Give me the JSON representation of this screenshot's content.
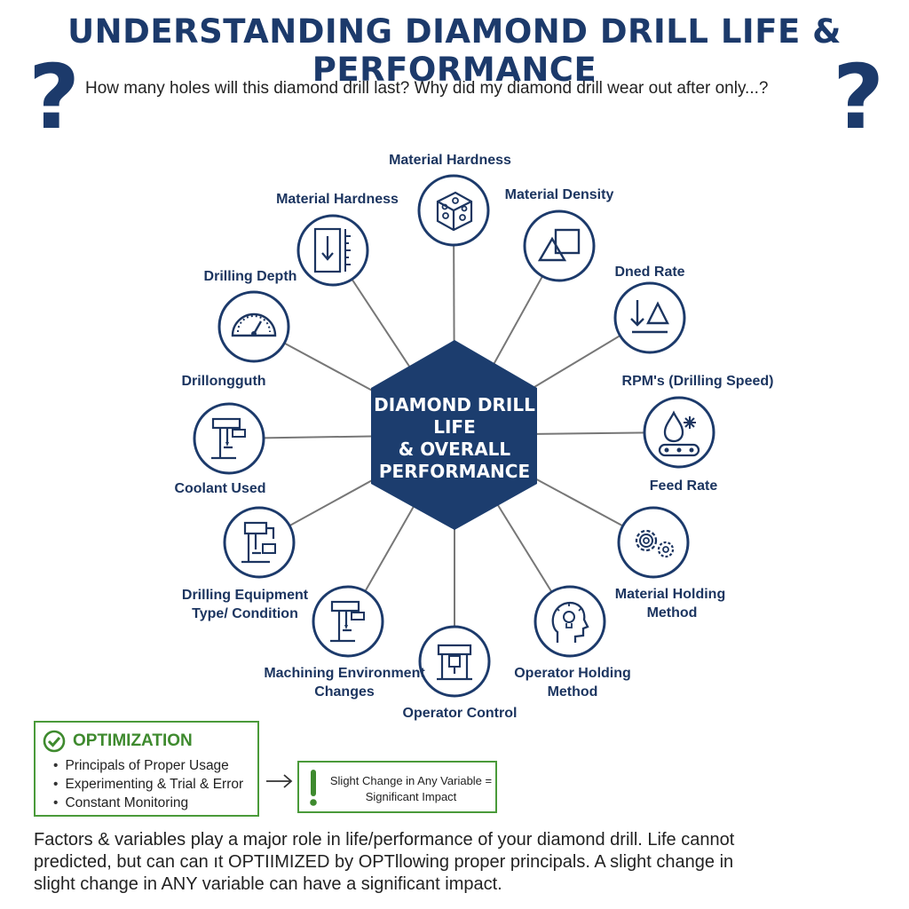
{
  "header": {
    "title": "UNDERSTANDING DIAMOND DRILL LIFE & PERFORMANCE",
    "subtitle": "How many holes will this diamond drill last? Why did my diamond drill wear out after only...?",
    "qmark": "?"
  },
  "center": {
    "lines": [
      "DIAMOND DRILL",
      "LIFE",
      "& OVERALL",
      "PERFORMANCE"
    ]
  },
  "factors": [
    {
      "label_lines": [
        "Material Hardness"
      ],
      "icon": "cube-icon"
    },
    {
      "label_lines": [
        "Material Density"
      ],
      "icon": "shapes-icon"
    },
    {
      "label_lines": [
        "Dned Rate"
      ],
      "icon": "triangle-arrow-icon"
    },
    {
      "label_lines": [
        "RPM's (Drilling Speed)"
      ],
      "icon": "coolant-drop-icon"
    },
    {
      "label_lines": [
        "Feed Rate"
      ],
      "icon": "gears-icon"
    },
    {
      "label_lines": [
        "Material Holding",
        "Method"
      ],
      "icon": "operator-head-icon"
    },
    {
      "label_lines": [
        "Operator Holding",
        "Method"
      ],
      "icon": "drill-machine-icon"
    },
    {
      "label_lines": [
        "Operator Control"
      ],
      "icon": "drill-press-icon"
    },
    {
      "label_lines": [
        "Machining Environment",
        "Changes"
      ],
      "icon": "machine-tool-icon"
    },
    {
      "label_lines": [
        "Drilling Equipment",
        "Type/ Condition"
      ],
      "icon": "drill-press-icon"
    },
    {
      "label_lines": [
        "Drillongɡuth",
        "Coolant Used"
      ],
      "icon": "gauge-icon"
    },
    {
      "label_lines": [
        "Drilling Depth"
      ],
      "icon": "depth-ruler-icon"
    },
    {
      "label_lines": [
        "Material Hardness"
      ],
      "icon": "hammer-box-icon"
    }
  ],
  "optimization": {
    "title": "OPTIMIZATION",
    "items": [
      "Principals of Proper Usage",
      "Experimenting & Trial & Error",
      "Constant Monitoring"
    ]
  },
  "impact": {
    "line1": "Slight Change in Any Variable =",
    "line2": "Significant Impact"
  },
  "footer": {
    "lines": [
      "Factors & variables play a major role in life/performance of your diamond drill. Life cannot",
      "predicted, but can can ıt OPTIIMIZED by OPTllowing proper principals. A slight change in",
      "slight change in ANY variable can have a significant impact."
    ]
  },
  "colors": {
    "navy": "#1c3a6b",
    "hub": "#1c3d6e",
    "green": "#4a9a3a",
    "spoke": "#777777"
  }
}
